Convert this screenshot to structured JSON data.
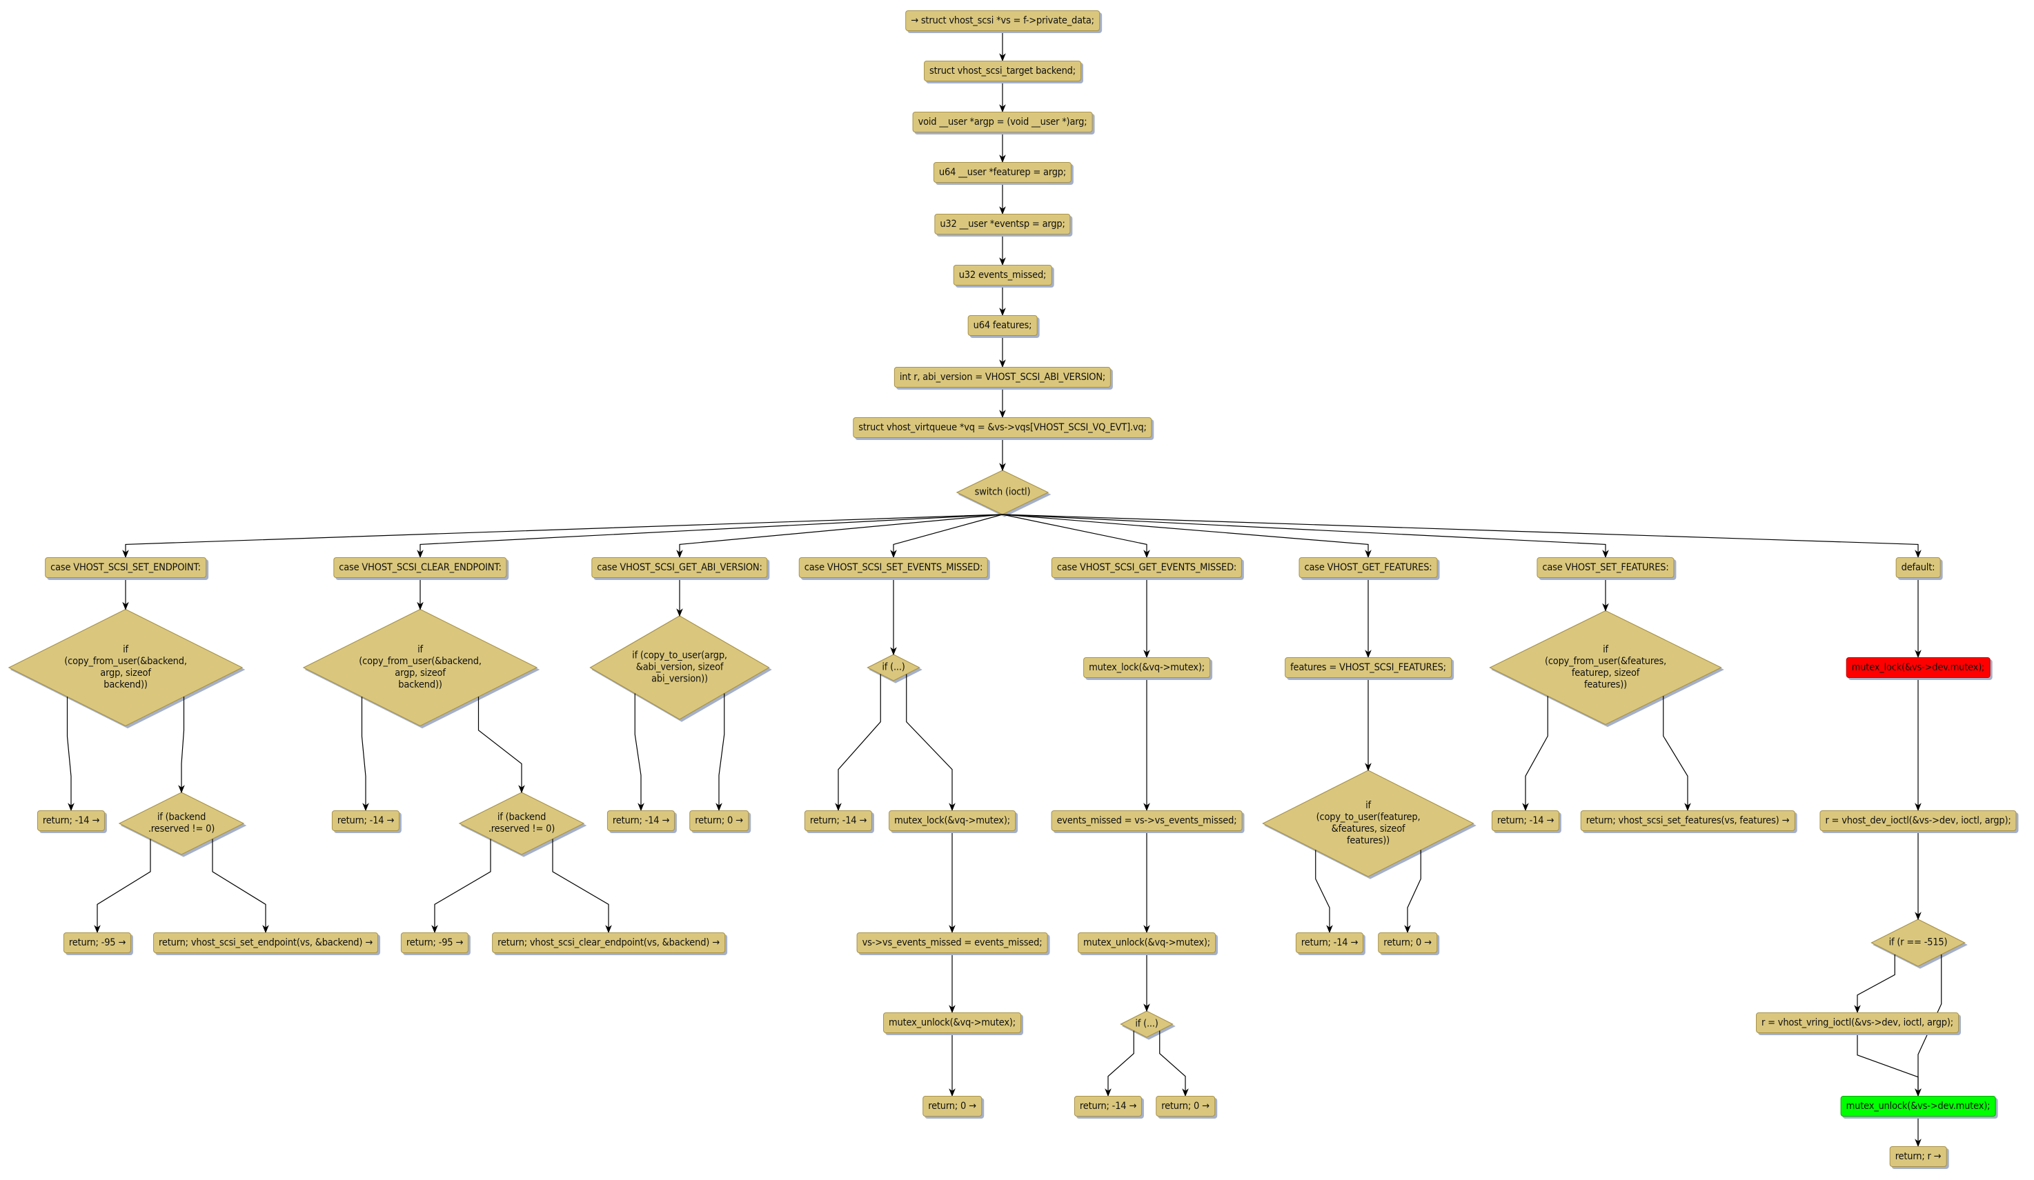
{
  "colors": {
    "node": "#dac77d",
    "node_border": "#a8924a",
    "shadow": "#a5b0c8",
    "lock": "#ff0000",
    "unlock": "#00ff00"
  },
  "nodes": {
    "n0": "→ struct vhost_scsi *vs = f->private_data;",
    "n1": "struct vhost_scsi_target backend;",
    "n2": "void __user *argp = (void __user *)arg;",
    "n3": "u64 __user *featurep = argp;",
    "n4": "u32 __user *eventsp = argp;",
    "n5": "u32 events_missed;",
    "n6": "u64 features;",
    "n7": "int r, abi_version = VHOST_SCSI_ABI_VERSION;",
    "n8": "struct vhost_virtqueue *vq = &vs->vqs[VHOST_SCSI_VQ_EVT].vq;",
    "sw": "switch (ioctl)",
    "c1": "case VHOST_SCSI_SET_ENDPOINT:",
    "c1d": "if\n(copy_from_user(&backend,\nargp, sizeof\nbackend))",
    "c1r1": "return; -14 →",
    "c1d2": "if (backend\n.reserved != 0)",
    "c1r2": "return; -95 →",
    "c1r3": "return; vhost_scsi_set_endpoint(vs, &backend) →",
    "c2": "case VHOST_SCSI_CLEAR_ENDPOINT:",
    "c2d": "if\n(copy_from_user(&backend,\nargp, sizeof\nbackend))",
    "c2r1": "return; -14 →",
    "c2d2": "if (backend\n.reserved != 0)",
    "c2r2": "return; -95 →",
    "c2r3": "return; vhost_scsi_clear_endpoint(vs, &backend) →",
    "c3": "case VHOST_SCSI_GET_ABI_VERSION:",
    "c3d": "if (copy_to_user(argp,\n&abi_version, sizeof\nabi_version))",
    "c3r1": "return; -14 →",
    "c3r2": "return; 0 →",
    "c4": "case VHOST_SCSI_SET_EVENTS_MISSED:",
    "c4d": "if (...)",
    "c4r1": "return; -14 →",
    "c4a": "mutex_lock(&vq->mutex);",
    "c4b": "vs->vs_events_missed = events_missed;",
    "c4c": "mutex_unlock(&vq->mutex);",
    "c4r2": "return; 0 →",
    "c5": "case VHOST_SCSI_GET_EVENTS_MISSED:",
    "c5a": "mutex_lock(&vq->mutex);",
    "c5b": "events_missed = vs->vs_events_missed;",
    "c5c": "mutex_unlock(&vq->mutex);",
    "c5d": "if (...)",
    "c5r1": "return; -14 →",
    "c5r2": "return; 0 →",
    "c6": "case VHOST_GET_FEATURES:",
    "c6a": "features = VHOST_SCSI_FEATURES;",
    "c6d": "if\n(copy_to_user(featurep,\n&features, sizeof\nfeatures))",
    "c6r1": "return; -14 →",
    "c6r2": "return; 0 →",
    "c7": "case VHOST_SET_FEATURES:",
    "c7d": "if\n(copy_from_user(&features,\nfeaturep, sizeof\nfeatures))",
    "c7r1": "return; -14 →",
    "c7r2": "return; vhost_scsi_set_features(vs, features) →",
    "c8": "default:",
    "c8a": "mutex_lock(&vs->dev.mutex);",
    "c8b": "r = vhost_dev_ioctl(&vs->dev, ioctl, argp);",
    "c8d": "if (r == -515)",
    "c8c": "r = vhost_vring_ioctl(&vs->dev, ioctl, argp);",
    "c8e": "mutex_unlock(&vs->dev.mutex);",
    "c8r": "return; r →"
  }
}
